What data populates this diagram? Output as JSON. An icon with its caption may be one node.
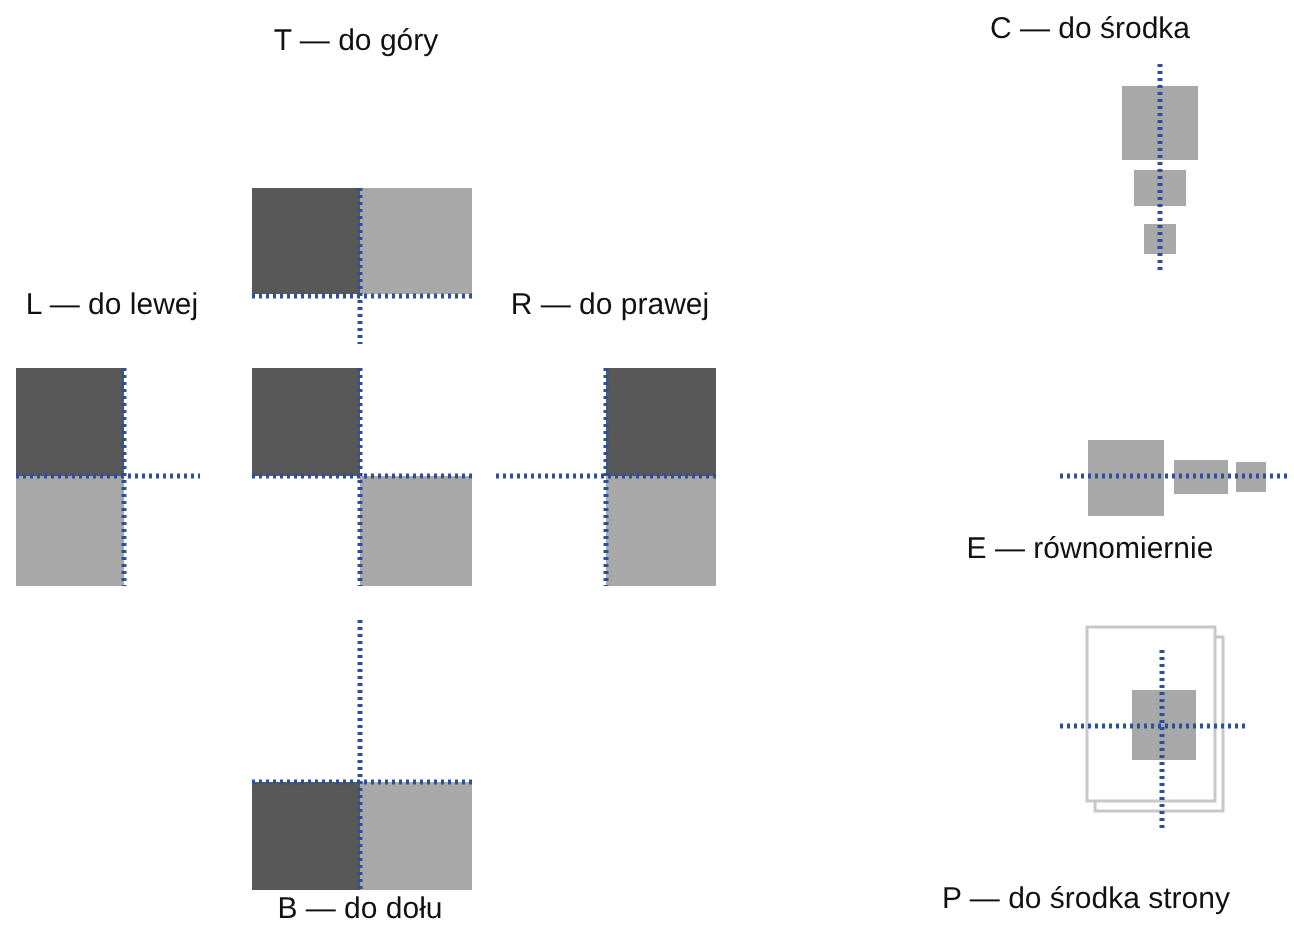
{
  "diagram": {
    "labels": [
      "T — do góry",
      "C — do środka",
      "L — do lewej",
      "R — do prawej",
      "E — równomiernie",
      "B — do dołu",
      "P — do środka strony"
    ]
  }
}
